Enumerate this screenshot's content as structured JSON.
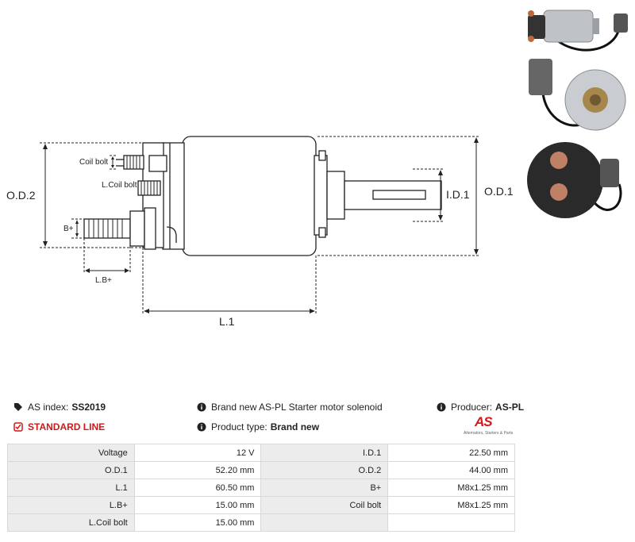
{
  "drawing": {
    "od2": "O.D.2",
    "od1": "O.D.1",
    "id1": "I.D.1",
    "l1": "L.1",
    "lb_plus": "L.B+",
    "b_plus": "B+",
    "coil_bolt": "Coil bolt",
    "l_coil_bolt": "L.Coil bolt"
  },
  "info": {
    "as_index_label": "AS index:",
    "as_index_value": "SS2019",
    "standard_line": "STANDARD LINE",
    "description": "Brand new AS-PL Starter motor solenoid",
    "product_type_label": "Product type:",
    "product_type_value": "Brand new",
    "producer_label": "Producer:",
    "producer_value": "AS-PL"
  },
  "logo": {
    "mark": "AS",
    "tagline": "Alternators, Starters & Parts"
  },
  "specs": [
    {
      "label1": "Voltage",
      "value1": "12 V",
      "label2": "I.D.1",
      "value2": "22.50 mm"
    },
    {
      "label1": "O.D.1",
      "value1": "52.20 mm",
      "label2": "O.D.2",
      "value2": "44.00 mm"
    },
    {
      "label1": "L.1",
      "value1": "60.50 mm",
      "label2": "B+",
      "value2": "M8x1.25 mm"
    },
    {
      "label1": "L.B+",
      "value1": "15.00 mm",
      "label2": "Coil bolt",
      "value2": "M8x1.25 mm"
    },
    {
      "label1": "L.Coil bolt",
      "value1": "15.00 mm",
      "label2": "",
      "value2": ""
    }
  ]
}
